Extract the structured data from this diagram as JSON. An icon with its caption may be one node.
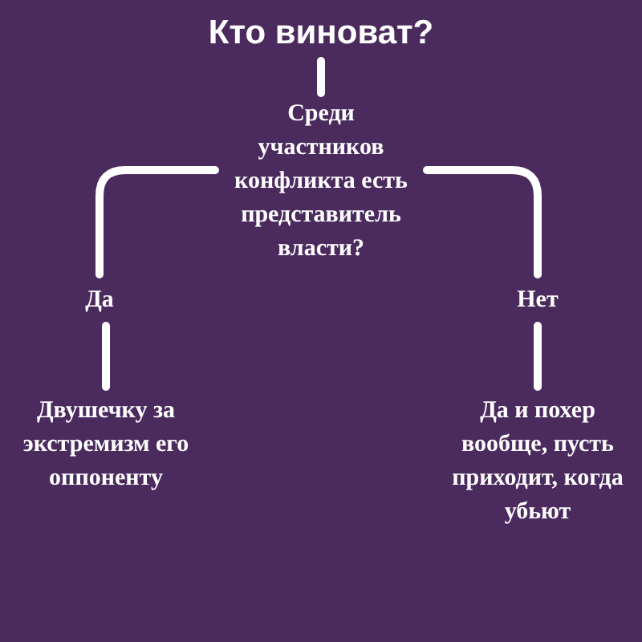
{
  "diagram": {
    "nodes": [
      {
        "text": [
          "Кто виноват?"
        ]
      },
      {
        "text": [
          "Среди участников конфликта есть представитель власти?"
        ]
      },
      {
        "text": [
          "Да"
        ]
      },
      {
        "text": [
          "Нет"
        ]
      },
      {
        "text": [
          "Двушечку за экстремизм его оппоненту"
        ]
      },
      {
        "text": [
          "Да и похер вообще, пусть приходит, когда убьют"
        ]
      }
    ],
    "edges": [
      {
        "from": 0,
        "to": 1,
        "arrow": "none"
      },
      {
        "from": 1,
        "to": 2,
        "arrow": "none"
      },
      {
        "from": 1,
        "to": 3,
        "arrow": "none"
      },
      {
        "from": 2,
        "to": 4,
        "arrow": "none"
      },
      {
        "from": 3,
        "to": 5,
        "arrow": "none"
      }
    ]
  }
}
